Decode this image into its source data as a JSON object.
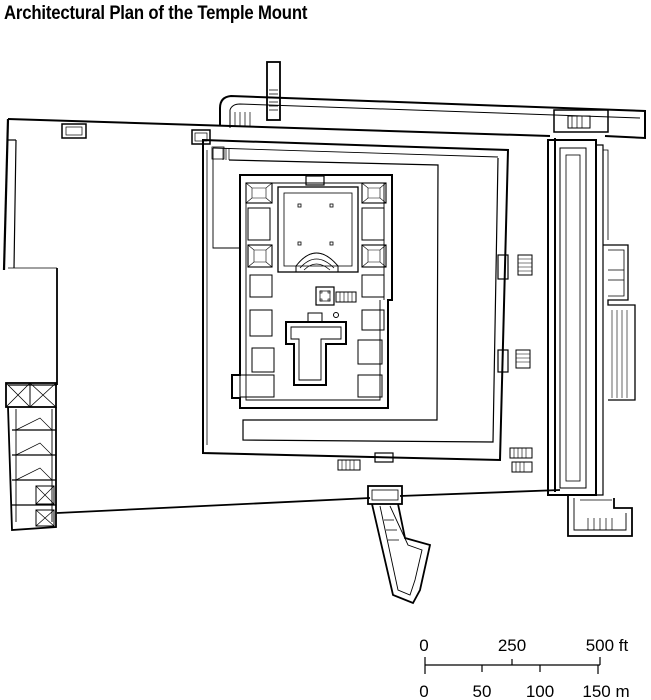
{
  "title": "Architectural Plan of the Temple Mount",
  "scale_ft": {
    "ticks": [
      "0",
      "250",
      "500 ft"
    ]
  },
  "scale_m": {
    "ticks": [
      "0",
      "50",
      "100",
      "150 m"
    ]
  }
}
